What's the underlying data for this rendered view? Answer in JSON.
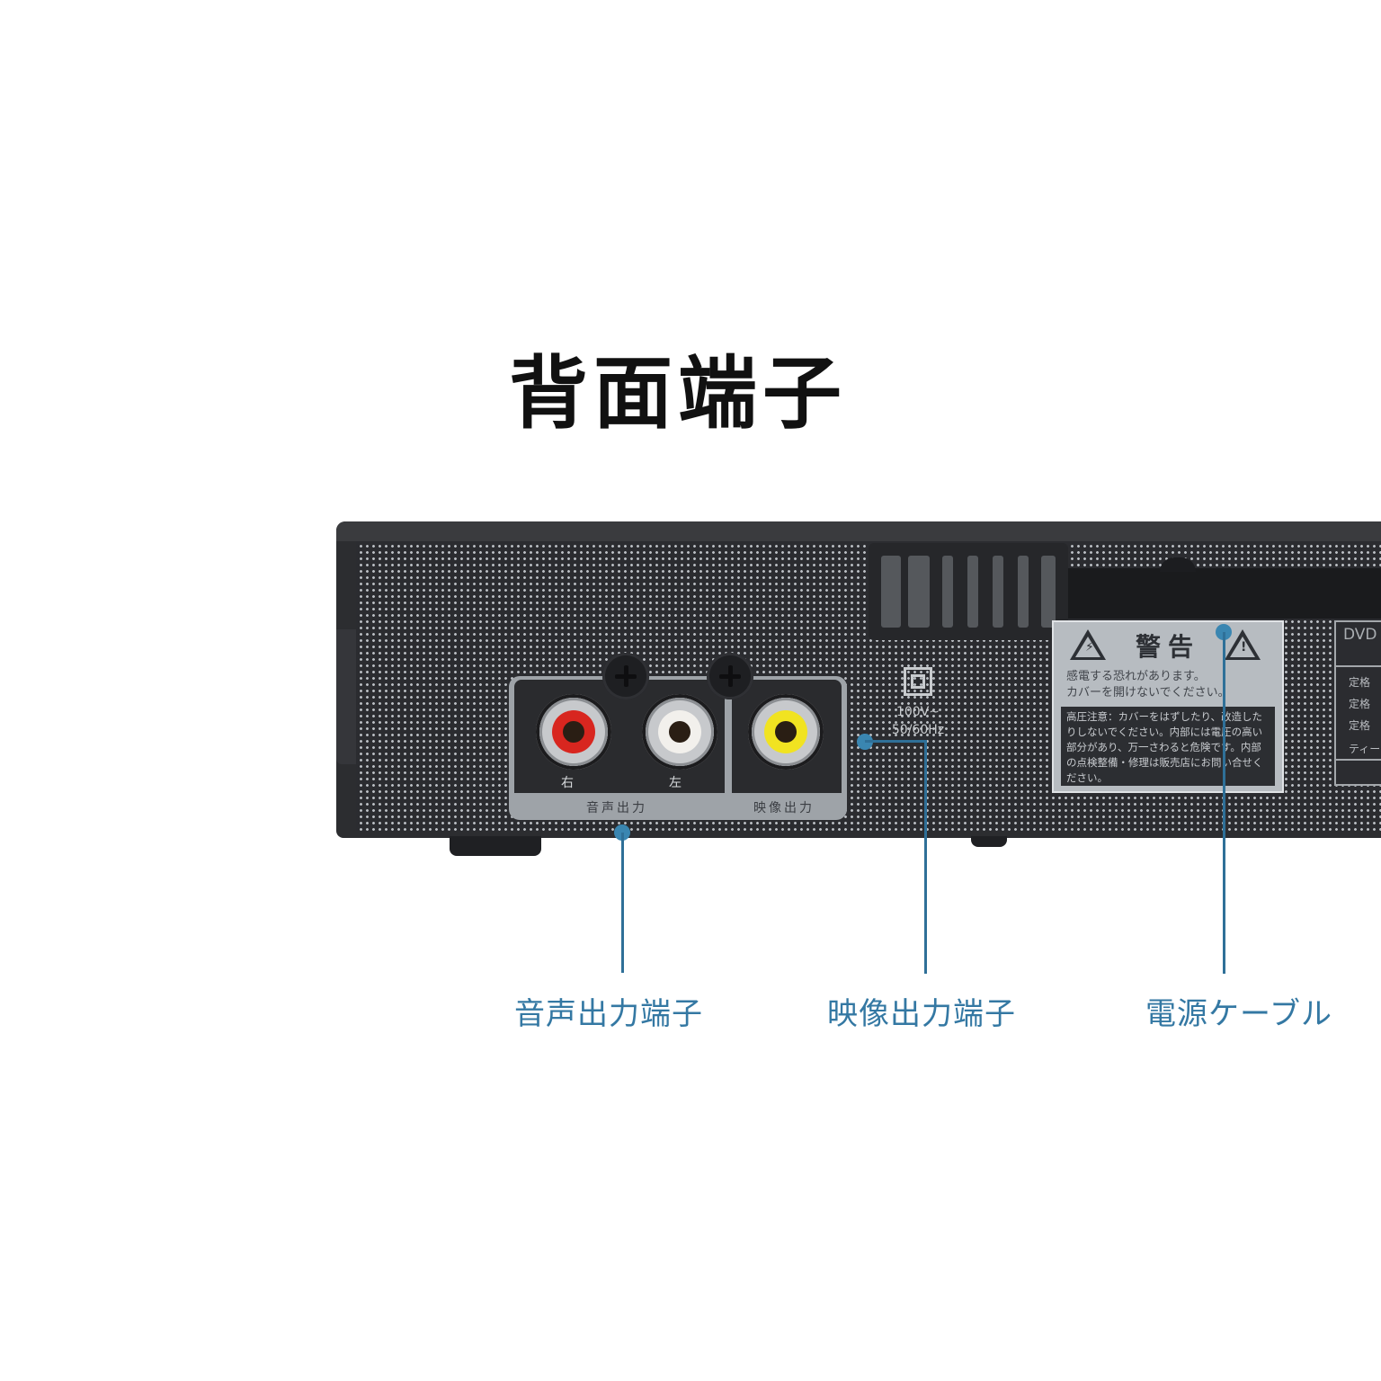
{
  "title": "背面端子",
  "device": {
    "jacks": [
      {
        "id": "audio-right",
        "color": "#d8261f",
        "label": "右"
      },
      {
        "id": "audio-left",
        "color": "#f2f0ec",
        "label": "左"
      },
      {
        "id": "video",
        "color": "#f1e321",
        "label": ""
      }
    ],
    "audio_group_label": "音声出力",
    "video_group_label": "映像出力",
    "power_spec": {
      "line1": "100V~",
      "line2": "50/60Hz"
    },
    "warning_label": {
      "title": "警告",
      "shock_icon": "⚡",
      "caution_icon": "!",
      "sub_line1": "感電する恐れがあります。",
      "sub_line2": "カバーを開けないでください。",
      "body": "高圧注意：カバーをはずしたり、改造したりしないでください。内部には電圧の高い部分があり、万一さわると危険です。内部の点検整備・修理は販売店にお問い合せください。"
    },
    "rating_label": {
      "title": "DVD",
      "rows": [
        "定格",
        "定格",
        "定格",
        "ティー"
      ]
    }
  },
  "callouts": [
    {
      "label": "音声出力端子",
      "target": "audio-output"
    },
    {
      "label": "映像出力端子",
      "target": "video-output"
    },
    {
      "label": "電源ケーブル",
      "target": "power-cable"
    }
  ],
  "colors": {
    "accent": "#3478a3",
    "device_body": "#2c2d30",
    "jack_red": "#d8261f",
    "jack_white": "#f2f0ec",
    "jack_yellow": "#f1e321"
  }
}
